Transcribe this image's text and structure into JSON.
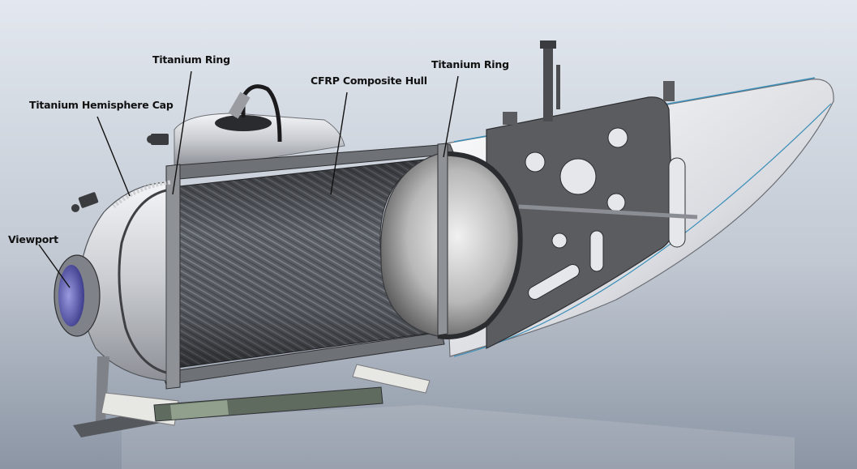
{
  "labels": {
    "titanium_ring_left": "Titanium Ring",
    "titanium_ring_right": "Titanium Ring",
    "cfrp_hull": "CFRP Composite Hull",
    "hemisphere_cap": "Titanium Hemisphere Cap",
    "viewport": "Viewport"
  },
  "colors": {
    "background_top": "#e3e8ef",
    "background_bottom": "#8b95a4",
    "hull_shell": "#d4d6da",
    "cfrp_weave": "#6a6e75",
    "frame_plate": "#5a5c60",
    "viewport_glass": "#5f5fb8"
  }
}
